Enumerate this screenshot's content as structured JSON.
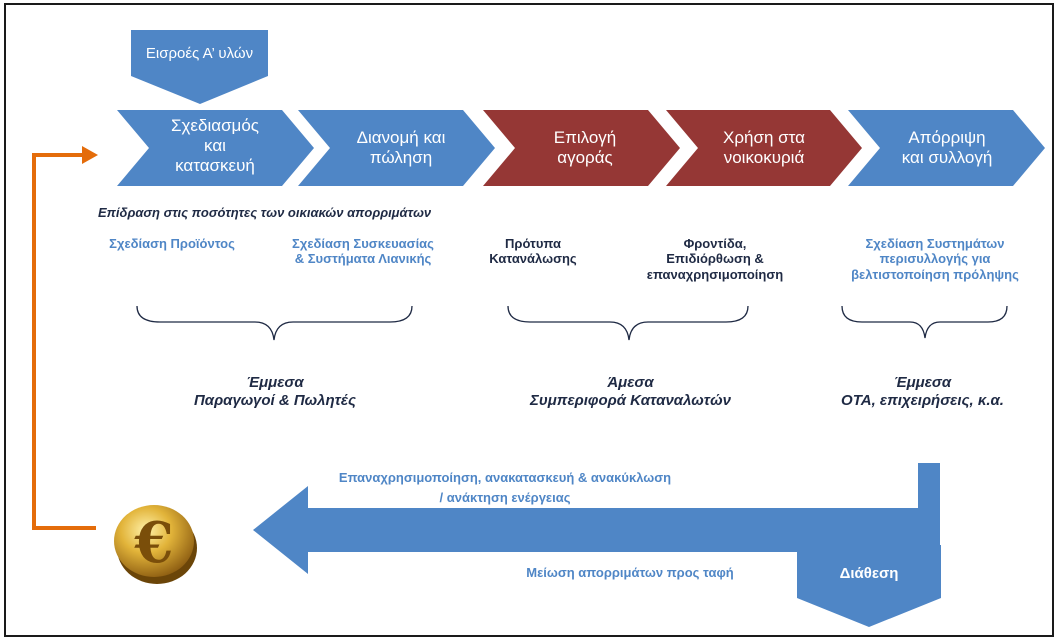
{
  "inputs": {
    "label": "Εισροές Α’ υλών"
  },
  "chain": [
    {
      "id": "design",
      "label": "Σχεδιασμός\nκαι\nκατασκευή",
      "color": "#4f86c6"
    },
    {
      "id": "distribution",
      "label": "Διανομή και\nπώληση",
      "color": "#4f86c6"
    },
    {
      "id": "choice",
      "label": "Επιλογή\nαγοράς",
      "color": "#953735"
    },
    {
      "id": "household",
      "label": "Χρήση στα\nνοικοκυριά",
      "color": "#953735"
    },
    {
      "id": "disposal",
      "label": "Απόρριψη\nκαι συλλογή",
      "color": "#4f86c6"
    }
  ],
  "impact_heading": "Επίδραση στις ποσότητες των οικιακών απορριμάτων",
  "factors": {
    "product_design": "Σχεδίαση Προϊόντος",
    "packaging": "Σχεδίαση Συσκευασίας\n& Συστήματα Λιανικής",
    "consumption": "Πρότυπα\nΚατανάλωσης",
    "care": "Φροντίδα,\nΕπιδιόρθωση &\nεπαναχρησιμοποίηση",
    "collection": "Σχεδίαση Συστημάτων\nπερισυλλογής για\nβελτιστοποίηση πρόληψης"
  },
  "groups": {
    "producers": "Έμμεσα\nΠαραγωγοί & Πωλητές",
    "consumers": "Άμεσα\nΣυμπεριφορά Καταναλωτών",
    "authorities": "Έμμεσα\nΟΤΑ, επιχειρήσεις, κ.α."
  },
  "return_flow": {
    "top_label": "Επαναχρησιμοποίηση, ανακατασκευή & ανακύκλωση\n/ ανάκτηση ενέργειας",
    "bottom_label": "Μείωση απορριμάτων προς ταφή",
    "disposal_label": "Διάθεση"
  },
  "icon": "euro-coin-icon",
  "colors": {
    "blue": "#4f86c6",
    "red": "#953735",
    "orange": "#e46c0a",
    "text": "#1f2a44"
  }
}
